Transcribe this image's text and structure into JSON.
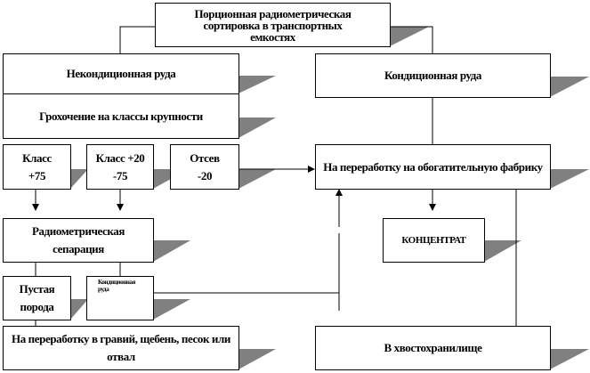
{
  "diagram": {
    "top": "Порционная радиометрическая сортировка в транспортных емкостях",
    "nonconditioned_ore": "Некондиционная руда",
    "screening": "Грохочение на классы крупности",
    "class_75": "Класс +75",
    "class_20_75": "Класс +20 -75",
    "screenings": "Отсев -20",
    "conditioned_ore": "Кондиционная руда",
    "to_plant": "На переработку на обогатительную фабрику",
    "radiometric_separation": "Радиометрическая сепарация",
    "concentrate": "КОНЦЕНТРАТ",
    "waste_rock": "Пустая порода",
    "conditioned_ore_small": "Кондиционная руда",
    "to_gravel": "На переработку в гравий, щебень, песок или отвал",
    "to_tailings": "В хвостохранилище"
  },
  "colors": {
    "shadow": "#808080",
    "line": "#000000"
  }
}
